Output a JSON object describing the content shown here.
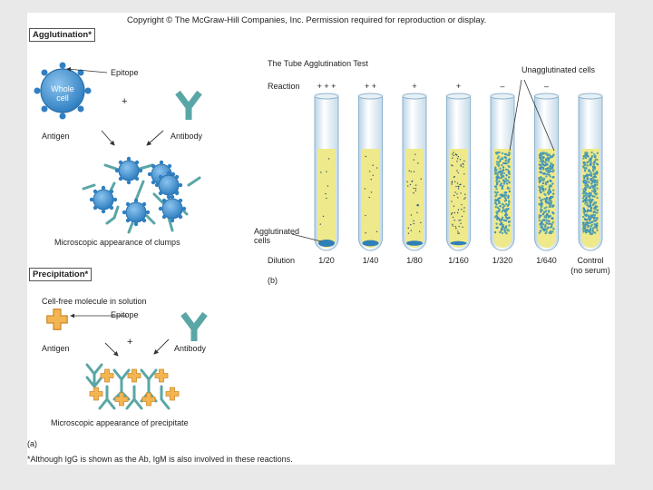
{
  "copyright": "Copyright © The McGraw-Hill Companies, Inc. Permission required for reproduction or display.",
  "agglutination": {
    "header": "Agglutination*",
    "epitope": "Epitope",
    "whole_cell": "Whole cell",
    "plus": "+",
    "antigen": "Antigen",
    "antibody": "Antibody",
    "clumps_caption": "Microscopic appearance of clumps"
  },
  "tube_test": {
    "title": "The Tube Agglutination Test",
    "reaction_label": "Reaction",
    "dilution_label": "Dilution",
    "unagglutinated_label": "Unagglutinated cells",
    "agglutinated_label": "Agglutinated cells",
    "panel_label": "(b)",
    "tubes": [
      {
        "reaction": "+ + +",
        "dilution": "1/20"
      },
      {
        "reaction": "+ +",
        "dilution": "1/40"
      },
      {
        "reaction": "+",
        "dilution": "1/80"
      },
      {
        "reaction": "+",
        "dilution": "1/160"
      },
      {
        "reaction": "–",
        "dilution": "1/320"
      },
      {
        "reaction": "–",
        "dilution": "1/640"
      },
      {
        "reaction": "",
        "dilution": "Control\n(no serum)"
      }
    ]
  },
  "precipitation": {
    "header": "Precipitation*",
    "cell_free": "Cell-free molecule in solution",
    "epitope": "Epitope",
    "plus": "+",
    "antigen": "Antigen",
    "antibody": "Antibody",
    "precipitate_caption": "Microscopic appearance of precipitate"
  },
  "panel_a_label": "(a)",
  "footnote": "*Although IgG is shown as the Ab, IgM is also involved in these reactions.",
  "colors": {
    "cell_blue": "#3d8fd1",
    "antibody_teal": "#5aa6a6",
    "antigen_orange": "#f2b552",
    "fluid_yellow": "#eee98a",
    "sediment_blue": "#2f7fb8"
  }
}
